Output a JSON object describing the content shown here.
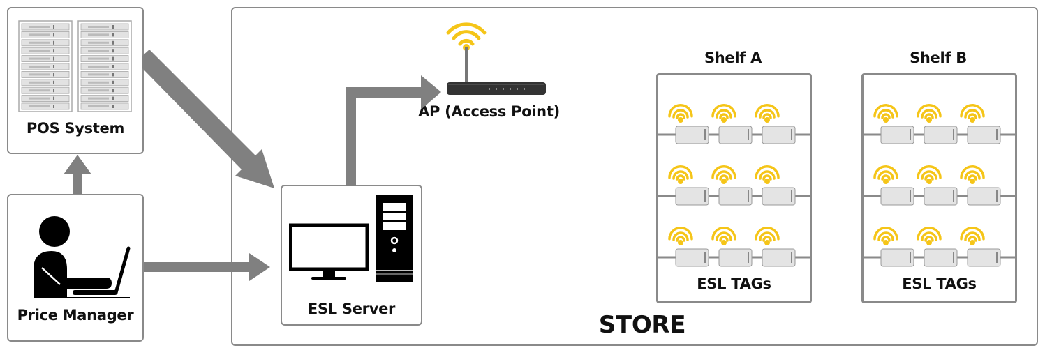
{
  "diagram": {
    "title": "STORE",
    "nodes": {
      "pos_system": {
        "label": "POS System",
        "icon": "server-rack-icon"
      },
      "price_manager": {
        "label": "Price Manager",
        "icon": "person-laptop-icon"
      },
      "esl_server": {
        "label": "ESL Server",
        "icon": "desktop-computer-icon"
      },
      "access_point": {
        "label": "AP (Access Point)",
        "icon": "wifi-router-icon"
      }
    },
    "shelves": [
      {
        "name": "Shelf A",
        "footer": "ESL TAGs",
        "rows": 3,
        "tags_per_row": 3
      },
      {
        "name": "Shelf B",
        "footer": "ESL TAGs",
        "rows": 3,
        "tags_per_row": 3
      }
    ],
    "connections": [
      {
        "from": "Price Manager",
        "to": "POS System"
      },
      {
        "from": "POS System",
        "to": "ESL Server"
      },
      {
        "from": "Price Manager",
        "to": "ESL Server"
      },
      {
        "from": "ESL Server",
        "to": "AP (Access Point)"
      }
    ],
    "colors": {
      "arrow": "#808080",
      "border": "#8a8a8a",
      "wifi": "#f5c518",
      "tag_fill": "#e4e4e4"
    }
  }
}
